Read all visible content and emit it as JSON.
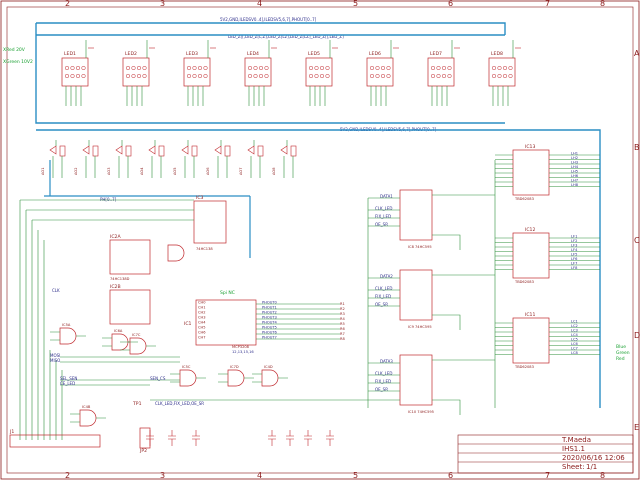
{
  "frame": {
    "columns": [
      "2",
      "3",
      "4",
      "5",
      "6",
      "7",
      "8"
    ],
    "rows": [
      "A",
      "B",
      "C",
      "D",
      "E"
    ]
  },
  "title_block": {
    "author": "T.Maeda",
    "project": "IHS1.1",
    "date": "2020/06/16 12:06",
    "sheet_label": "Sheet:",
    "sheet_value": "1/1"
  },
  "notes": {
    "left_note_1": "XRed 20V",
    "left_note_2": "XGreen 10V2",
    "spi_nc": "Spi NC",
    "led_colors": [
      "Blue",
      "Green",
      "Red"
    ]
  },
  "buses": {
    "top_bus": "5V2,GND,ILEDSV0..4],ILEDSV5,6,7],PHOUT[0..7]",
    "second_bus": "LED_Z[[,LED_Z[L,Z],LED_Z[L2],LED_Z[LZ]_LED_Z[[,LED_Z]",
    "lower_bus": "5V2,GND,ILEDSV0..4],ILEDSV5,6,7],PHOUT[0..7]",
    "ph_bus": "PH[0..7]",
    "oe_bus": "CLK_LED,FIX_LED,OE_SR"
  },
  "components": {
    "tx_modules": [
      "LED1",
      "LED2",
      "LED3",
      "LED4",
      "LED5",
      "LED6",
      "LED7",
      "LED8"
    ],
    "sensors": [
      "AO1",
      "AO2",
      "AO3",
      "AO4",
      "AO5",
      "AO6",
      "AO7",
      "AO8"
    ],
    "shift_registers": [
      "IC8",
      "IC9",
      "IC10"
    ],
    "drivers": [
      "IC11",
      "IC12",
      "IC13"
    ],
    "driver_part": "TBD62083",
    "shift_part": "74HC595",
    "adc": "IC1",
    "adc_part": "MCP3208",
    "mux": "IC3",
    "mux_part": "74HC138",
    "flipflop_1": "IC2A",
    "flipflop_2": "IC2B",
    "flipflop_part": "74HC138D",
    "gates": [
      "IC5A",
      "IC6A",
      "IC7C",
      "IC5C",
      "IC7D",
      "IC4D",
      "IC4B"
    ],
    "connector": "J1",
    "jumper": "JP2",
    "test_point": "TP1"
  },
  "signals": {
    "phout": [
      "PHOUT0",
      "PHOUT1",
      "PHOUT2",
      "PHOUT3",
      "PHOUT4",
      "PHOUT5",
      "PHOUT6",
      "PHOUT7"
    ],
    "adc_res": [
      "R1",
      "R2",
      "R3",
      "R4",
      "R5",
      "R6",
      "R7",
      "R8"
    ],
    "sr_inputs": [
      "DATA1",
      "DATA2",
      "DATA3"
    ],
    "control": [
      "CLK_LED",
      "FIX_LED",
      "OE_SR"
    ],
    "mosi": "MOSI",
    "miso": "MISO",
    "sel_sen": "SEL_SEN",
    "ce_led": "CE_LED",
    "sen_cs": "SEN_CS",
    "clk": "CLK",
    "adc_pins": [
      "CH0",
      "CH1",
      "CH2",
      "CH3",
      "CH4",
      "CH5",
      "CH6",
      "CH7"
    ],
    "adc_pinlabel": "12,13,15,16"
  },
  "driver_outputs": {
    "ic13": [
      "LH1",
      "LH2",
      "LH3",
      "LH4",
      "LH5",
      "LH6",
      "LH7",
      "LH8"
    ],
    "ic12": [
      "LF1",
      "LF2",
      "LF3",
      "LF4",
      "LF5",
      "LF6",
      "LF7",
      "LF8"
    ],
    "ic11": [
      "LC1",
      "LC2",
      "LC3",
      "LC4",
      "LC5",
      "LC6",
      "LC7",
      "LC8"
    ]
  },
  "colors": {
    "frame": "#8b1a1a",
    "part": "#c0282d",
    "bus": "#2a8ec4",
    "wire": "#2f8f3a",
    "net_text": "#2d2d8a",
    "note_green": "#1aa032"
  }
}
